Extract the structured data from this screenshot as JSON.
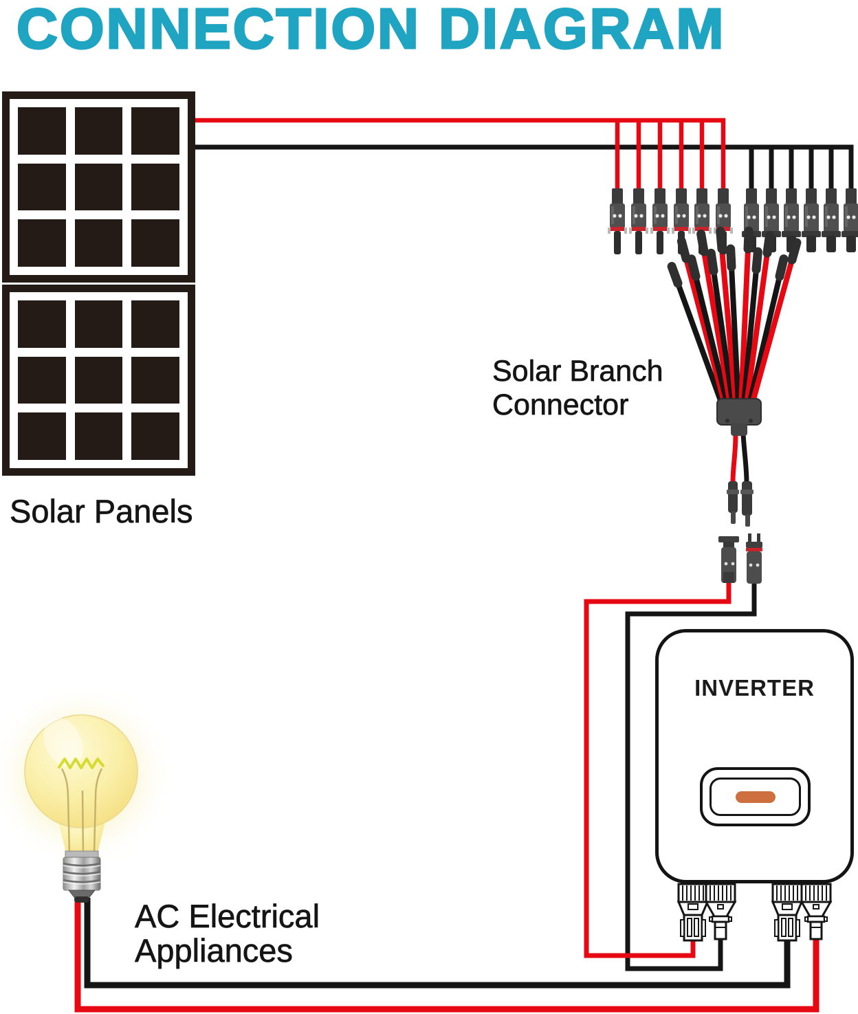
{
  "title": "CONNECTION DIAGRAM",
  "labels": {
    "solar_panels": "Solar Panels",
    "branch_line1": "Solar Branch",
    "branch_line2": "Connector",
    "inverter": "INVERTER",
    "ac_line1": "AC Electrical",
    "ac_line2": "Appliances"
  },
  "colors": {
    "title_teal": "#1FA4C2",
    "wire_red": "#E60914",
    "wire_black": "#151515",
    "panel_cell": "#241A16",
    "connector_body": "#4A4A4A",
    "indicator_orange": "#CE6F3F",
    "bulb_yellow": "#F6E187"
  },
  "components": {
    "solar_panel_count": 2,
    "cells_per_panel": 9,
    "pv_connectors_red": 6,
    "pv_connectors_black": 6,
    "branch_input_wires": 12,
    "branch_output_wires": 2,
    "inverter_output_connectors": 4
  }
}
